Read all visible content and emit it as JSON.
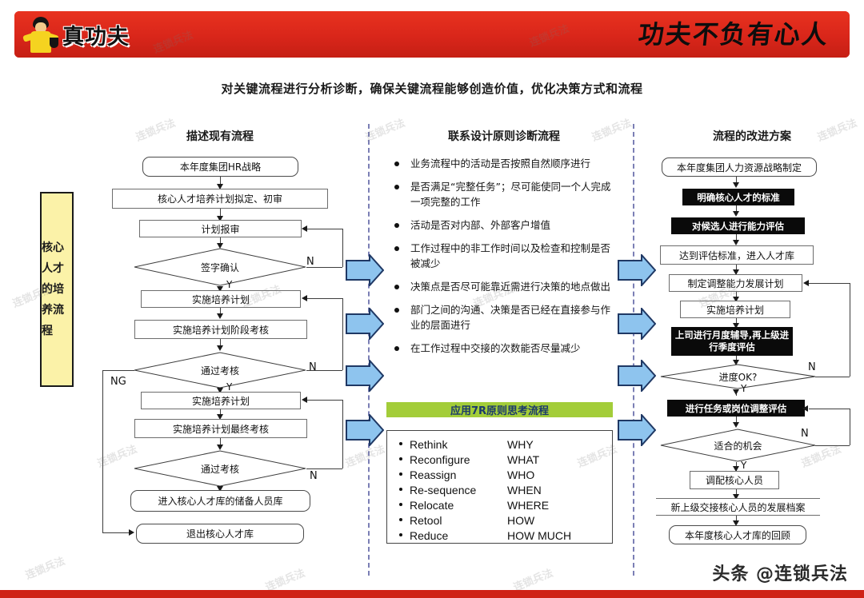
{
  "header": {
    "logo_text": "真功夫",
    "slogan": "功夫不负有心人",
    "logo_icon": "kungfu-chef-figure"
  },
  "title": "对关键流程进行分析诊断，确保关键流程能够创造价值，优化决策方式和流程",
  "vertical_label": "核心人才的培养流程",
  "columns": {
    "left_header": "描述现有流程",
    "mid_header": "联系设计原则诊断流程",
    "right_header": "流程的改进方案"
  },
  "left_flow": {
    "n1": "本年度集团HR战略",
    "n2": "核心人才培养计划拟定、初审",
    "n3": "计划报审",
    "d1": "签字确认",
    "n4": "实施培养计划",
    "n5": "实施培养计划阶段考核",
    "d2": "通过考核",
    "n6": "实施培养计划",
    "n7": "实施培养计划最终考核",
    "d3": "通过考核",
    "n8": "进入核心人才库的储备人员库",
    "n9": "退出核心人才库",
    "label_n1": "N",
    "label_y1": "Y",
    "label_n2": "N",
    "label_y2": "Y",
    "label_n3": "N",
    "label_ng": "NG"
  },
  "mid_bullets": [
    "业务流程中的活动是否按照自然顺序进行",
    "是否满足“完整任务”；尽可能使同一个人完成一项完整的工作",
    "活动是否对内部、外部客户增值",
    "工作过程中的非工作时间以及检查和控制是否被减少",
    "决策点是否尽可能靠近需进行决策的地点做出",
    "部门之间的沟通、决策是否已经在直接参与作业的层面进行",
    "在工作过程中交接的次数能否尽量减少"
  ],
  "sevenr": {
    "heading": "应用7R原则思考流程",
    "rows": [
      {
        "name": "Rethink",
        "question": "WHY"
      },
      {
        "name": "Reconfigure",
        "question": "WHAT"
      },
      {
        "name": "Reassign",
        "question": "WHO"
      },
      {
        "name": "Re-sequence",
        "question": "WHEN"
      },
      {
        "name": "Relocate",
        "question": "WHERE"
      },
      {
        "name": "Retool",
        "question": "HOW"
      },
      {
        "name": "Reduce",
        "question": "HOW MUCH"
      }
    ]
  },
  "right_flow": {
    "n1": "本年度集团人力资源战略制定",
    "n2": "明确核心人才的标准",
    "n3": "对候选人进行能力评估",
    "n4": "达到评估标准，进入人才库",
    "n5": "制定调整能力发展计划",
    "n6": "实施培养计划",
    "n7": "上司进行月度辅导,再上级进行季度评估",
    "d1": "进度OK?",
    "n8": "进行任务或岗位调整评估",
    "d2": "适合的机会",
    "n9": "调配核心人员",
    "n10": "新上级交接核心人员的发展档案",
    "n11": "本年度核心人才库的回顾",
    "label_n1": "N",
    "label_y1": "Y",
    "label_n2": "N",
    "label_y2": "Y"
  },
  "colors": {
    "banner_red": "#e02b1d",
    "chevron_blue": "#8ec4ee",
    "chevron_border": "#1f3864",
    "sevenr_green": "#a3cd39",
    "vlabel_yellow": "#fbf2a8",
    "divider_purple": "#7b7fb5"
  },
  "footer_watermark": "头条 @连锁兵法",
  "watermark_text": "连锁兵法"
}
